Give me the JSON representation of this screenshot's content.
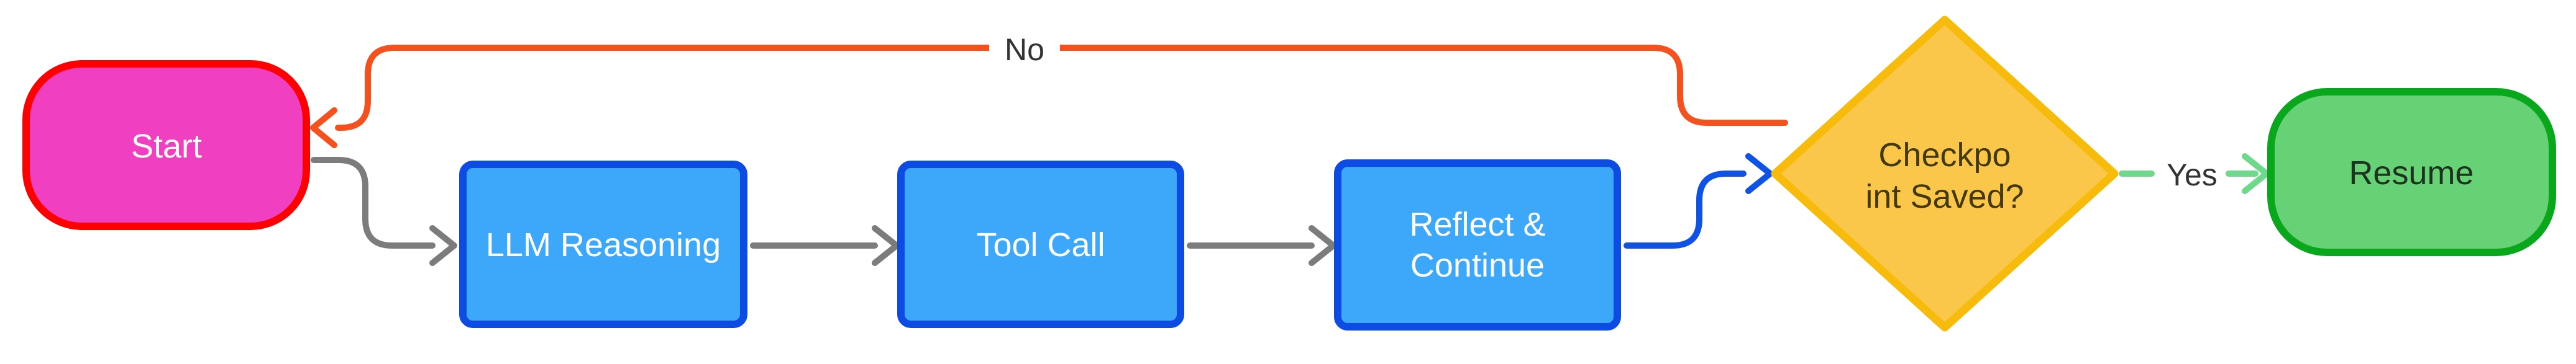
{
  "diagram": {
    "type": "flowchart",
    "direction": "left-to-right",
    "background_color": "#ffffff",
    "edge_label_color": "#333333",
    "nodes": [
      {
        "id": "start",
        "label": "Start",
        "shape": "stadium",
        "fill": "#f13fc2",
        "border": "#fe0000",
        "text_color": "#ffffff"
      },
      {
        "id": "llm-reasoning",
        "label": "LLM Reasoning",
        "shape": "rectangle",
        "fill": "#3da8f9",
        "border": "#0d4ce4",
        "text_color": "#ffffff"
      },
      {
        "id": "tool-call",
        "label": "Tool Call",
        "shape": "rectangle",
        "fill": "#3da8f9",
        "border": "#0d4ce4",
        "text_color": "#ffffff"
      },
      {
        "id": "reflect-continue",
        "label": "Reflect & Continue",
        "lines": [
          "Reflect &",
          "Continue"
        ],
        "shape": "rectangle",
        "fill": "#3da8f9",
        "border": "#0d4ce4",
        "text_color": "#ffffff"
      },
      {
        "id": "checkpoint-saved",
        "label": "Checkpoint Saved?",
        "lines": [
          "Checkpo",
          "int Saved?"
        ],
        "shape": "diamond",
        "fill": "#fbc74b",
        "border": "#f7bb0c",
        "text_color": "#43390f"
      },
      {
        "id": "resume",
        "label": "Resume",
        "shape": "stadium",
        "fill": "#67d175",
        "border": "#09a71c",
        "text_color": "#1d321f"
      }
    ],
    "edges": [
      {
        "from": "start",
        "to": "llm-reasoning",
        "label": "",
        "style": "solid",
        "color": "#7c7c7c"
      },
      {
        "from": "llm-reasoning",
        "to": "tool-call",
        "label": "",
        "style": "solid",
        "color": "#7c7c7c"
      },
      {
        "from": "tool-call",
        "to": "reflect-continue",
        "label": "",
        "style": "solid",
        "color": "#7c7c7c"
      },
      {
        "from": "reflect-continue",
        "to": "checkpoint-saved",
        "label": "",
        "style": "solid",
        "color": "#0f52e6"
      },
      {
        "from": "checkpoint-saved",
        "to": "resume",
        "label": "Yes",
        "style": "dashed",
        "color": "#6fd98b"
      },
      {
        "from": "checkpoint-saved",
        "to": "start",
        "label": "No",
        "style": "solid",
        "color": "#f4511e"
      }
    ]
  }
}
